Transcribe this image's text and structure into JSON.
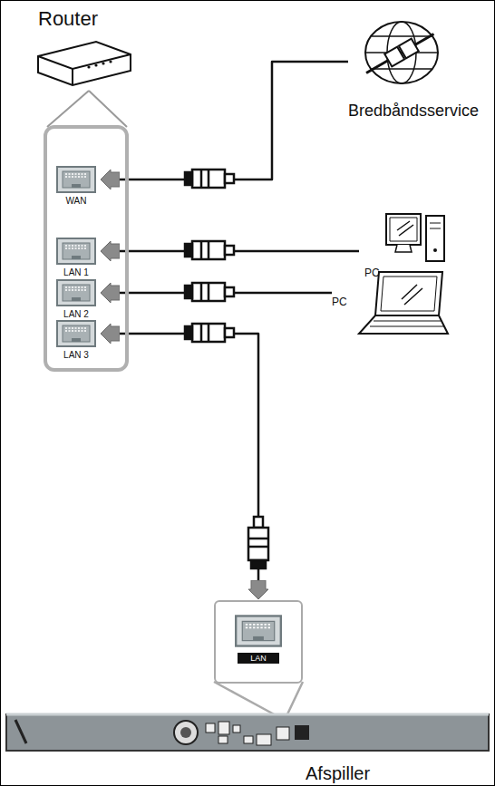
{
  "diagram": {
    "nodes": [
      {
        "text": [
          "Router"
        ]
      },
      {
        "text": [
          "WAN"
        ]
      },
      {
        "text": [
          "LAN 1"
        ]
      },
      {
        "text": [
          "LAN 2"
        ]
      },
      {
        "text": [
          "LAN 3"
        ]
      },
      {
        "text": [
          "Bredbåndsservice"
        ]
      },
      {
        "text": [
          "PC"
        ]
      },
      {
        "text": [
          "PC"
        ]
      },
      {
        "text": [
          "LAN"
        ]
      },
      {
        "text": [
          "Afspiller"
        ]
      }
    ],
    "edges": [
      {
        "from": 5,
        "to": 1,
        "arrow": "to"
      },
      {
        "from": 6,
        "to": 2,
        "arrow": "to"
      },
      {
        "from": 7,
        "to": 3,
        "arrow": "to"
      },
      {
        "from": 4,
        "to": 8,
        "arrow": "both"
      }
    ]
  }
}
